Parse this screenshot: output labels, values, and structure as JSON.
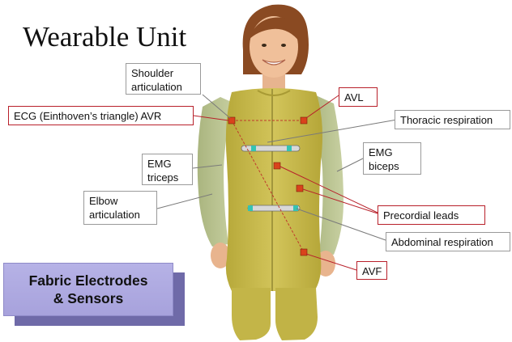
{
  "title": "Wearable Unit",
  "labels": {
    "shoulder_articulation": [
      "Shoulder",
      "articulation"
    ],
    "ecg_avr": "ECG (Einthoven’s triangle) AVR",
    "avl": "AVL",
    "thoracic_respiration": "Thoracic respiration",
    "emg_triceps": [
      "EMG",
      "triceps"
    ],
    "emg_biceps": [
      "EMG",
      "biceps"
    ],
    "elbow_articulation": [
      "Elbow",
      "articulation"
    ],
    "precordial_leads": "Precordial leads",
    "abdominal_respiration": "Abdominal respiration",
    "avf": "AVF"
  },
  "badge": [
    "Fabric Electrodes",
    "& Sensors"
  ],
  "colors": {
    "suit": "#c7b94a",
    "sleeve": "#b9c390",
    "electrode": "#d9431c",
    "accent_red": "#b8202a",
    "badge": "#aaa6df"
  }
}
